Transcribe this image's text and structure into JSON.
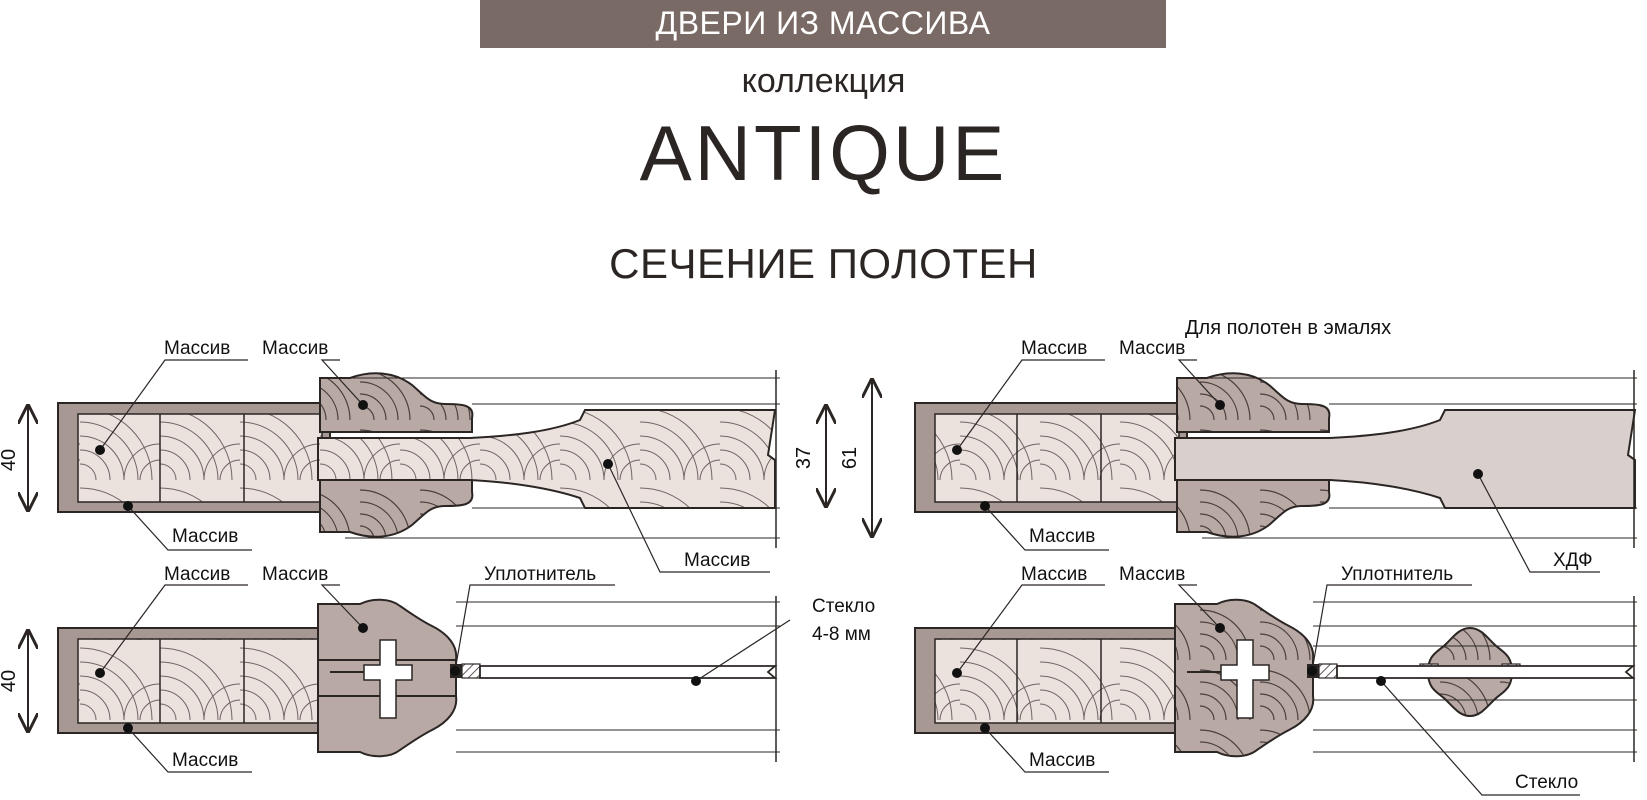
{
  "header": {
    "banner": "ДВЕРИ ИЗ МАССИВА",
    "subtitle": "коллекция",
    "title": "ANTIQUE",
    "section_title": "СЕЧЕНИЕ ПОЛОТЕН"
  },
  "panels": {
    "top_left": {
      "labels": {
        "frame_outer": "Массив",
        "molding": "Массив",
        "frame_bottom": "Массив",
        "panel": "Массив"
      },
      "dims": {
        "frame_height": "40",
        "panel_thickness": "37",
        "molding_height": "61"
      }
    },
    "top_right": {
      "note": "Для полотен в эмалях",
      "labels": {
        "frame_outer": "Массив",
        "molding": "Массив",
        "frame_bottom": "Массив",
        "panel": "ХДФ"
      }
    },
    "bottom_left": {
      "labels": {
        "frame_outer": "Массив",
        "molding": "Массив",
        "seal": "Уплотнитель",
        "frame_bottom": "Массив",
        "glass_line1": "Стекло",
        "glass_line2": "4-8 мм"
      },
      "dims": {
        "frame_height": "40"
      }
    },
    "bottom_right": {
      "labels": {
        "frame_outer": "Массив",
        "molding": "Массив",
        "seal": "Уплотнитель",
        "frame_bottom": "Массив",
        "glass": "Стекло"
      }
    }
  },
  "colors": {
    "banner_bg": "#7a6a66",
    "wood_fill": "#ebe2de",
    "frame_fill": "#a89894",
    "molding_fill": "#b8a9a5",
    "hdf_fill": "#d9d0cd",
    "line": "#2b2624"
  }
}
